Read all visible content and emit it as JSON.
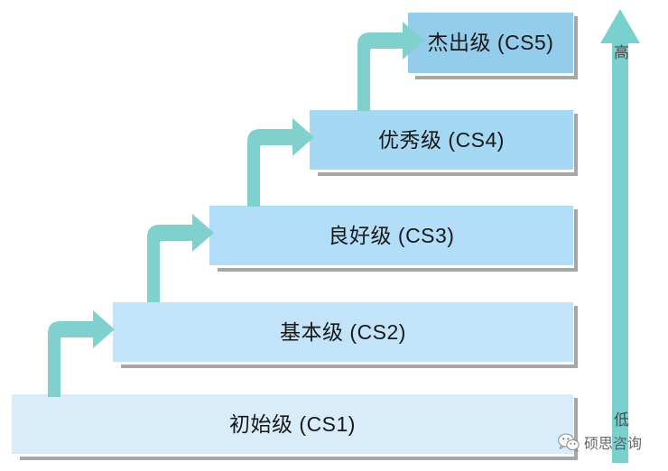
{
  "diagram": {
    "title_visible": false,
    "steps": [
      {
        "id": "cs1",
        "label": "初始级 (CS1)",
        "level": 1,
        "fill": "#d9ecfa"
      },
      {
        "id": "cs2",
        "label": "基本级 (CS2)",
        "level": 2,
        "fill": "#c3e4f8"
      },
      {
        "id": "cs3",
        "label": "良好级 (CS3)",
        "level": 3,
        "fill": "#b2defa"
      },
      {
        "id": "cs4",
        "label": "优秀级 (CS4)",
        "level": 4,
        "fill": "#a5d8f3"
      },
      {
        "id": "cs5",
        "label": "杰出级 (CS5)",
        "level": 5,
        "fill": "#93cdeb"
      }
    ],
    "connectors": [
      {
        "id": "arrow-cs1-cs2",
        "from": "cs1",
        "to": "cs2"
      },
      {
        "id": "arrow-cs2-cs3",
        "from": "cs2",
        "to": "cs3"
      },
      {
        "id": "arrow-cs3-cs4",
        "from": "cs3",
        "to": "cs4"
      },
      {
        "id": "arrow-cs4-cs5",
        "from": "cs4",
        "to": "cs5"
      }
    ],
    "scale": {
      "high_label": "高",
      "low_label": "低",
      "color": "#7ad0cf"
    },
    "colors": {
      "arrow_teal": "#80d0cd",
      "shadow_gray": "#a6a6a6",
      "text": "#181818"
    }
  },
  "watermark": {
    "icon": "wechat-icon",
    "text": "硕思咨询"
  }
}
